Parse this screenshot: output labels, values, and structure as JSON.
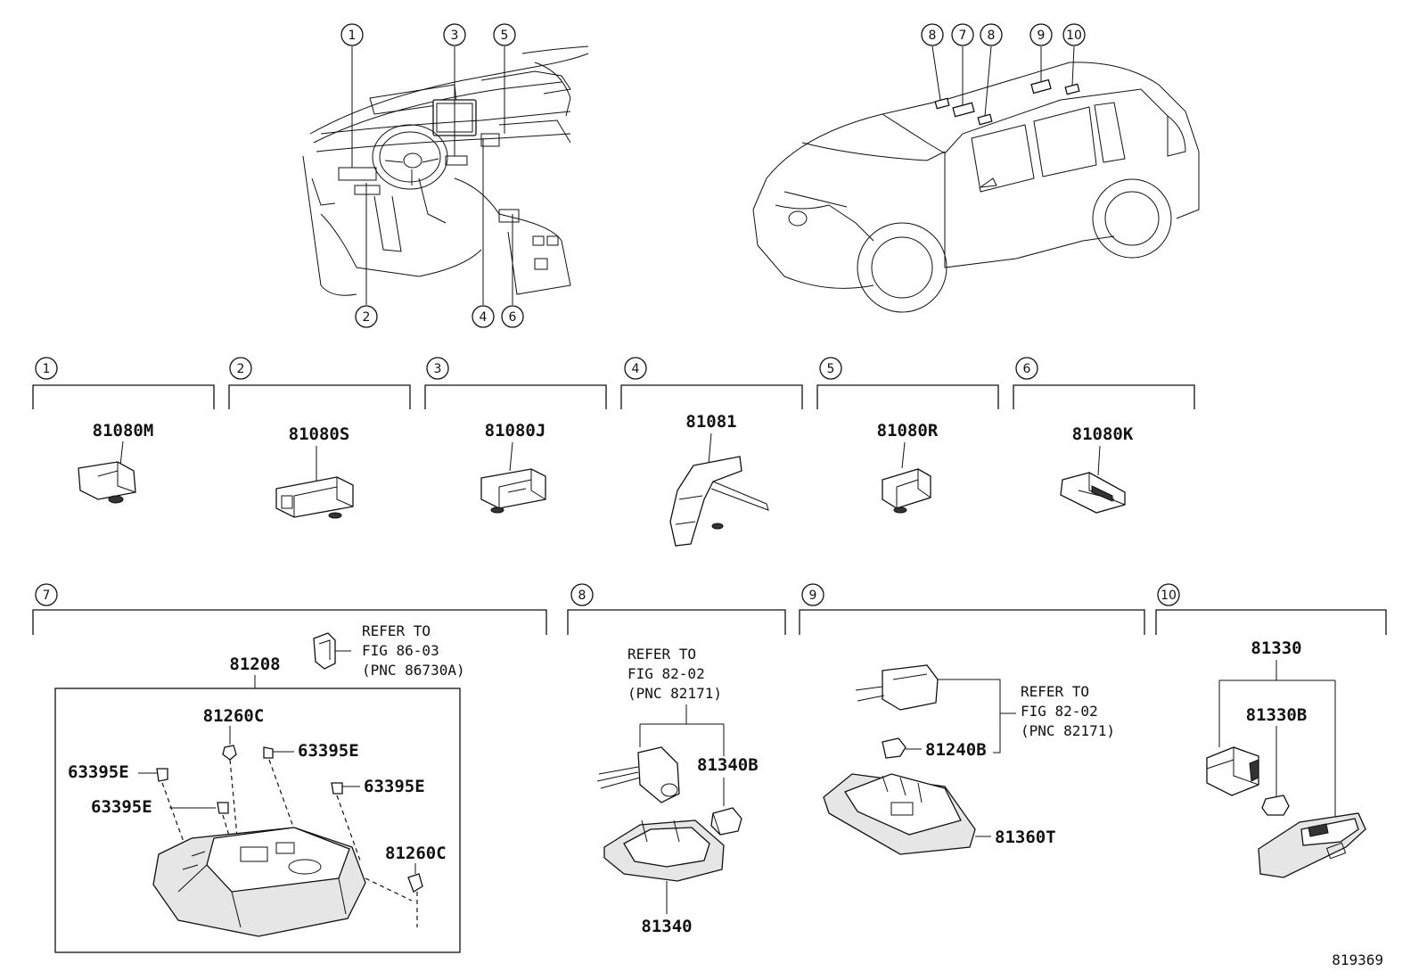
{
  "callouts": [
    "1",
    "2",
    "3",
    "4",
    "5",
    "6",
    "7",
    "8",
    "9",
    "10"
  ],
  "sections": [
    {
      "num": "1",
      "label": "81080M"
    },
    {
      "num": "2",
      "label": "81080S"
    },
    {
      "num": "3",
      "label": "81080J"
    },
    {
      "num": "4",
      "label": "81081"
    },
    {
      "num": "5",
      "label": "81080R"
    },
    {
      "num": "6",
      "label": "81080K"
    }
  ],
  "sec7": {
    "num": "7",
    "assembly": "81208",
    "refer": [
      "REFER TO",
      "FIG 86-03",
      "(PNC 86730A)"
    ],
    "parts": [
      "81260C",
      "63395E",
      "63395E",
      "63395E",
      "63395E",
      "81260C"
    ]
  },
  "sec8": {
    "num": "8",
    "refer": [
      "REFER TO",
      "FIG 82-02",
      "(PNC 82171)"
    ],
    "parts": [
      "81340B",
      "81340"
    ]
  },
  "sec9": {
    "num": "9",
    "refer": [
      "REFER TO",
      "FIG 82-02",
      "(PNC 82171)"
    ],
    "parts": [
      "81240B",
      "81360T"
    ]
  },
  "sec10": {
    "num": "10",
    "parts": [
      "81330",
      "81330B"
    ]
  },
  "figure_id": "819369"
}
